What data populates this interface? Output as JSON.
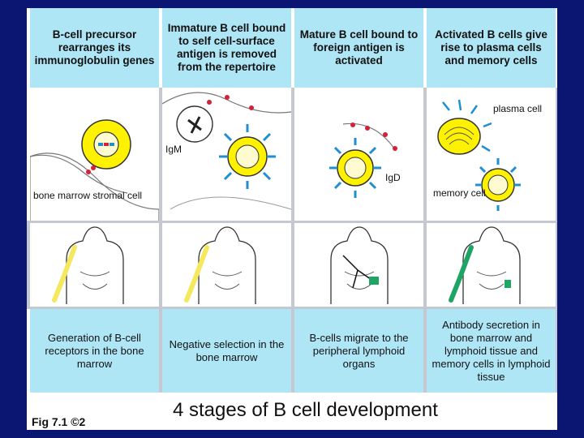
{
  "headers": [
    "B-cell precursor rearranges its immunoglobulin genes",
    "Immature B cell bound to self cell-surface antigen is removed from the repertoire",
    "Mature B cell bound to foreign antigen is activated",
    "Activated B cells give rise to plasma cells and memory cells"
  ],
  "labels": {
    "stromal": "bone marrow stromal cell",
    "igm": "IgM",
    "igd": "IgD",
    "plasma": "plasma cell",
    "memory": "memory cell"
  },
  "captions": [
    "Generation of B-cell receptors in the bone marrow",
    "Negative selection in the bone marrow",
    "B-cells migrate to the peripheral lymphoid organs",
    "Antibody secretion in bone marrow and lymphoid tissue and memory cells in lymphoid tissue"
  ],
  "figure_label": "Fig 7.1 ©2",
  "slide_caption": "4 stages of B cell development",
  "colors": {
    "background": "#0b1572",
    "panel_blue": "#aee6f6",
    "cell_yellow": "#fff200",
    "receptor_blue": "#1f8fd0",
    "antigen_red": "#d3213a",
    "marrow_yellow": "#f4e85c",
    "lymphoid_green": "#1ea463"
  }
}
